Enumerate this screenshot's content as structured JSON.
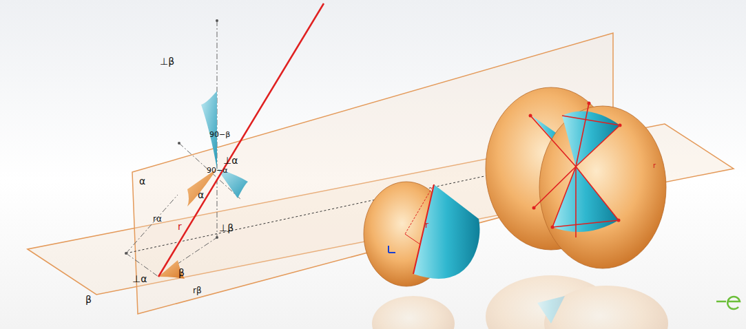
{
  "diagram": {
    "labels": [
      "⊥β",
      "90−β",
      "⊥α",
      "90−α",
      "α",
      "α",
      "rα",
      "r",
      "β",
      "⊥β",
      "rβ",
      "⊥α",
      "β",
      "r",
      "r"
    ]
  }
}
